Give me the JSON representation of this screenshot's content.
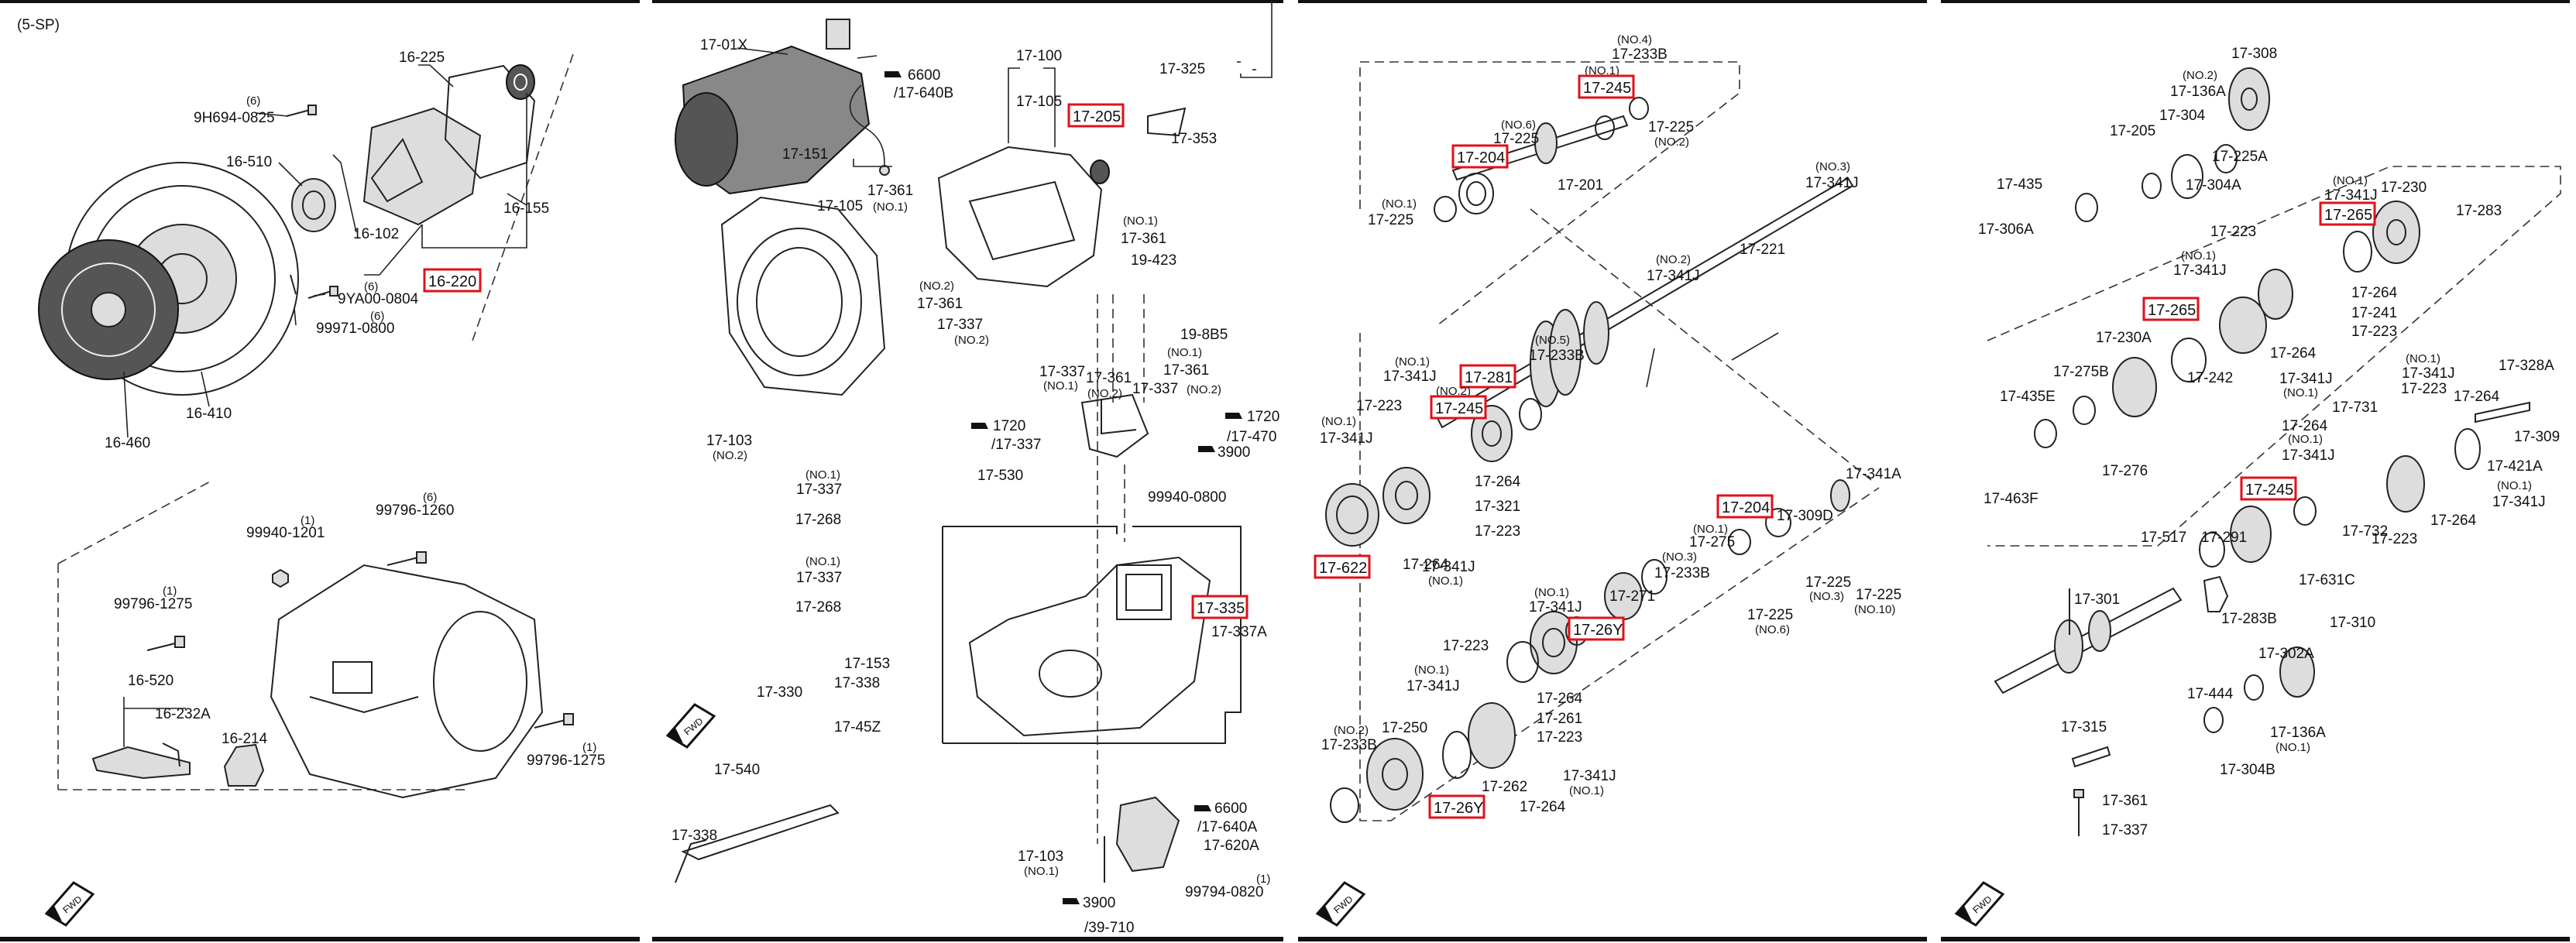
{
  "panel1": {
    "title": "(5-SP)",
    "labels": {
      "p16_225": "16-225",
      "p9h694": "9H694-0825",
      "p9h694_no": "(6)",
      "p16_510": "16-510",
      "p16_102": "16-102",
      "p16_155": "16-155",
      "p9ya00": "9YA00-0804",
      "p9ya00_no": "(6)",
      "p99971": "99971-0800",
      "p99971_no": "(6)",
      "p16_410": "16-410",
      "p16_460": "16-460",
      "p99940": "99940-1201",
      "p99940_no": "(1)",
      "p99796a": "99796-1260",
      "p99796a_no": "(6)",
      "p99796b": "99796-1275",
      "p99796b_no": "(1)",
      "p16_520": "16-520",
      "p16_232a": "16-232A",
      "p16_214": "16-214",
      "p99796c": "99796-1275",
      "p99796c_no": "(1)"
    },
    "highlighted": [
      "16-220"
    ],
    "fwd": "FWD"
  },
  "panel2": {
    "labels": {
      "p17_01x": "17-01X",
      "p6600a": "6600",
      "p17_640b": "/17-640B",
      "p17_100": "17-100",
      "p17_325": "17-325",
      "p17_105a": "17-105",
      "p17_353": "17-353",
      "p17_151": "17-151",
      "p17_105b": "17-105",
      "p17_361a": "17-361",
      "p17_361a_no": "(NO.1)",
      "p17_361b_no": "(NO.1)",
      "p17_361b": "17-361",
      "p19_423": "19-423",
      "p17_361c_no": "(NO.2)",
      "p17_361c": "17-361",
      "p17_337a": "17-337",
      "p17_337a_no": "(NO.2)",
      "p19_8b5": "19-8B5",
      "p17_361d_no": "(NO.1)",
      "p17_361d": "17-361",
      "p17_337b": "17-337",
      "p17_337b_no": "(NO.1)",
      "p17_361e": "17-361",
      "p17_361e_no": "(NO.2)",
      "p17_337c": "17-337",
      "p17_337c_no": "(NO.2)",
      "p17_103a": "17-103",
      "p17_103a_no": "(NO.2)",
      "p1720a": "1720",
      "p17_337d": "/17-337",
      "p1720b": "1720",
      "p17_470": "/17-470",
      "p3900a": "3900",
      "p17_530": "17-530",
      "p99940": "99940-0800",
      "p17_337e_no": "(NO.1)",
      "p17_337e": "17-337",
      "p17_268a": "17-268",
      "p17_337f_no": "(NO.1)",
      "p17_337f": "17-337",
      "p17_268b": "17-268",
      "p17_337a2": "17-337A",
      "p17_153": "17-153",
      "p17_330": "17-330",
      "p17_338a": "17-338",
      "p17_45z": "17-45Z",
      "p17_540": "17-540",
      "p6600b": "6600",
      "p17_640a": "/17-640A",
      "p17_338b": "17-338",
      "p17_103b": "17-103",
      "p17_103b_no": "(NO.1)",
      "p17_620a": "17-620A",
      "p99794": "99794-0820",
      "p99794_no": "(1)",
      "p3900b": "3900",
      "p39_710": "/39-710"
    },
    "highlighted": [
      "17-205",
      "17-335"
    ],
    "fwd": "FWD"
  },
  "panel3": {
    "labels": {
      "p233b_no": "(NO.4)",
      "p17_233b": "17-233B",
      "p245top_no": "(NO.1)",
      "p17_225a_no": "(NO.6)",
      "p17_225a": "17-225",
      "p17_225b": "17-225",
      "p17_225b_no": "(NO.2)",
      "p17_201": "17-201",
      "p17_225c_no": "(NO.1)",
      "p17_225c": "17-225",
      "p17_341j_a_no": "(NO.3)",
      "p17_341j_a": "17-341J",
      "p17_341j_b_no": "(NO.2)",
      "p17_341j_b": "17-341J",
      "p17_221": "17-221",
      "p17_233b2_no": "(NO.5)",
      "p17_233b2": "17-233B",
      "p17_341j_c_no": "(NO.1)",
      "p17_341j_c": "17-341J",
      "p245b_no": "(NO.2)",
      "p17_223a": "17-223",
      "p17_341j_d_no": "(NO.1)",
      "p17_341j_d": "17-341J",
      "p17_264a": "17-264",
      "p17_321": "17-321",
      "p17_223b": "17-223",
      "p17_264b": "17-264",
      "p17_341j_e": "17-341J",
      "p17_341j_e_no": "(NO.1)",
      "p17_309d": "17-309D",
      "p17_341a": "17-341A",
      "p17_275_no": "(NO.1)",
      "p17_275": "17-275",
      "p17_233b3_no": "(NO.3)",
      "p17_233b3": "17-233B",
      "p17_225d": "17-225",
      "p17_225d_no": "(NO.3)",
      "p17_225e": "17-225",
      "p17_225e_no": "(NO.10)",
      "p17_225f": "17-225",
      "p17_225f_no": "(NO.6)",
      "p17_341j_f_no": "(NO.1)",
      "p17_341j_f": "17-341J",
      "p17_271": "17-271",
      "p17_223c": "17-223",
      "p17_264c": "17-264",
      "p17_341j_g_no": "(NO.1)",
      "p17_341j_g": "17-341J",
      "p17_261": "17-261",
      "p17_223d": "17-223",
      "p17_250": "17-250",
      "p17_233b4_no": "(NO.2)",
      "p17_233b4": "17-233B",
      "p17_262": "17-262",
      "p17_341j_h": "17-341J",
      "p17_341j_h_no": "(NO.1)",
      "p17_264d": "17-264"
    },
    "highlighted": {
      "h245a": "17-245",
      "h204a": "17-204",
      "h281": "17-281",
      "h245b": "17-245",
      "h622": "17-622",
      "h204b": "17-204",
      "h26ya": "17-26Y",
      "h26yb": "17-26Y"
    },
    "fwd": "FWD"
  },
  "panel4": {
    "labels": {
      "p17_308": "17-308",
      "p136a_no": "(NO.2)",
      "p17_136a": "17-136A",
      "p17_205": "17-205",
      "p17_304": "17-304",
      "p17_225a": "17-225A",
      "p17_435": "17-435",
      "p17_304a": "17-304A",
      "p17_306a": "17-306A",
      "p341j_a_no": "(NO.1)",
      "p17_341j_a": "17-341J",
      "p17_230": "17-230",
      "p17_283": "17-283",
      "p17_223a": "17-223",
      "p341j_b_no": "(NO.1)",
      "p17_341j_b": "17-341J",
      "p17_264a": "17-264",
      "p17_241": "17-241",
      "p17_223b": "17-223",
      "p17_230a": "17-230A",
      "p17_275b": "17-275B",
      "p17_242": "17-242",
      "p17_264b": "17-264",
      "p17_341j_c": "17-341J",
      "p17_341j_c_no": "(NO.1)",
      "p17_341j_d_no": "(NO.1)",
      "p17_341j_d": "17-341J",
      "p17_328a": "17-328A",
      "p17_435e": "17-435E",
      "p17_223c": "17-223",
      "p17_264c": "17-264",
      "p17_276": "17-276",
      "p17_731": "17-731",
      "p17_309": "17-309",
      "p17_264d": "17-264",
      "p17_341j_e_no": "(NO.1)",
      "p17_341j_e": "17-341J",
      "p17_421a": "17-421A",
      "p17_463f": "17-463F",
      "p17_264e": "17-264",
      "p17_341j_f_no": "(NO.1)",
      "p17_341j_f": "17-341J",
      "p17_517": "17-517",
      "p17_291": "17-291",
      "p17_732": "17-732",
      "p17_223d": "17-223",
      "p17_631c": "17-631C",
      "p17_301": "17-301",
      "p17_283b": "17-283B",
      "p17_310": "17-310",
      "p17_302a": "17-302A",
      "p17_444": "17-444",
      "p17_136a2": "17-136A",
      "p17_136a2_no": "(NO.1)",
      "p17_315": "17-315",
      "p17_304b": "17-304B",
      "p17_361": "17-361",
      "p17_337": "17-337"
    },
    "highlighted": {
      "h265a": "17-265",
      "h265b": "17-265",
      "h245": "17-245"
    },
    "fwd": "FWD"
  }
}
